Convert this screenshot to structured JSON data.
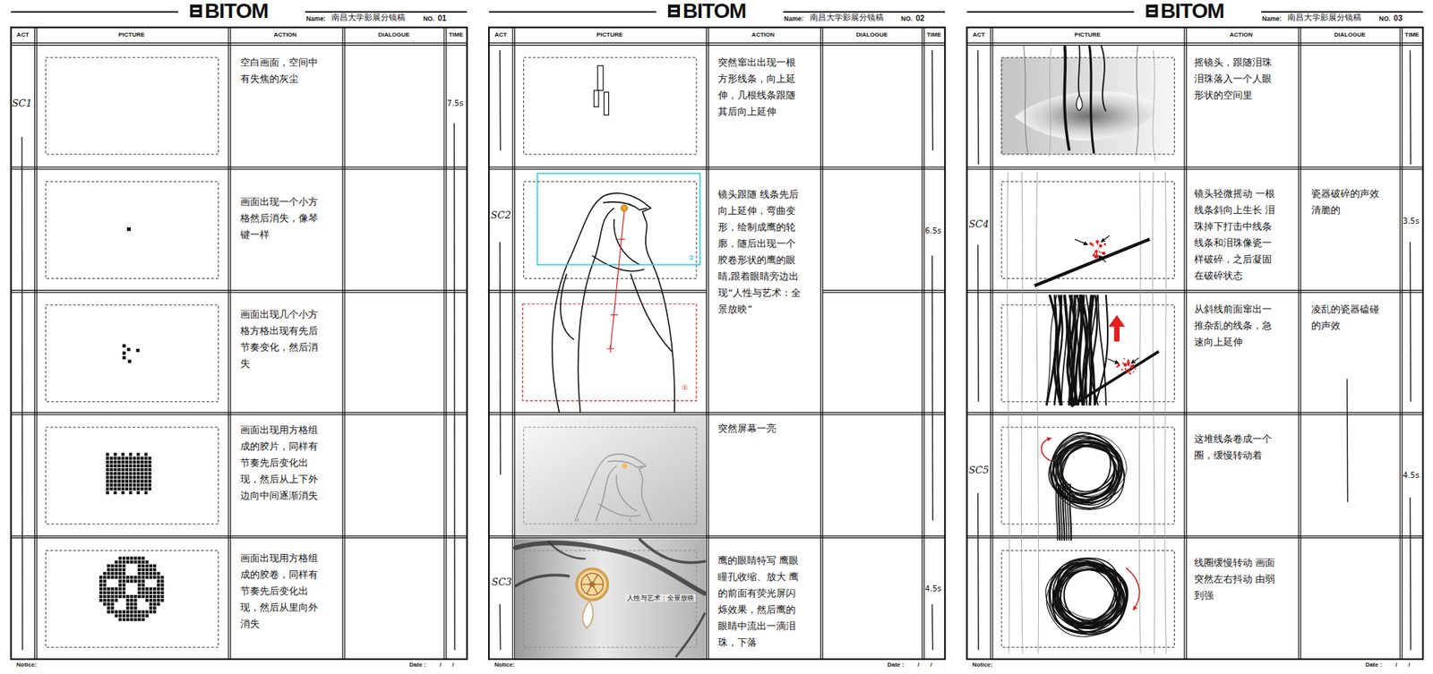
{
  "diagram": {
    "labels": [
      "BITOM",
      "Name:",
      "南昌大学影展分镜稿",
      "NO.",
      "01",
      "ACT",
      "PICTURE",
      "ACTION",
      "DIALOGUE",
      "TIME",
      "SC1",
      "7.5s",
      "空白画面，空间中有失焦的灰尘",
      "画面出现一个小方格然后消失，像琴键一样",
      "画面出现几个小方格方格出现有先后节奏变化，然后消失",
      "画面出现用方格组成的胶片，同样有节奏先后变化出现，然后从上下外边向中间逐渐消失",
      "画面出现用方格组成的胶卷，同样有节奏先后变化出现，然后从里向外消失",
      "Notice:",
      "Date :",
      "/",
      "/",
      "BITOM",
      "Name:",
      "南昌大学影展分镜稿",
      "NO.",
      "02",
      "ACT",
      "PICTURE",
      "ACTION",
      "DIALOGUE",
      "TIME",
      "SC2",
      "6.5s",
      "SC3",
      "4.5s",
      "突然窜出出现一根方形线条，向上延伸，几根线条跟随其后向上延伸",
      "镜头跟随 线条先后向上延伸，弯曲变形，绘制成鹰的轮廓，随后出现一个胶卷形状的鹰的眼睛,跟着眼睛旁边出现“人性与艺术：全景放映”",
      "突然屏幕一亮",
      "鹰的眼睛特写 鹰眼瞳孔收缩、放大 鹰的前面有荧光屏闪烁效果，然后鹰的眼睛中流出一滴泪珠，下落",
      "人性与艺术：全景放映",
      "②",
      "①",
      "Notice:",
      "Date :",
      "/",
      "/",
      "BITOM",
      "Name:",
      "南昌大学影展分镜稿",
      "NO.",
      "03",
      "ACT",
      "PICTURE",
      "ACTION",
      "DIALOGUE",
      "TIME",
      "SC4",
      "3.5s",
      "SC5",
      "4.5s",
      "摇镜头，跟随泪珠 泪珠落入一个人眼形状的空间里",
      "镜头轻微摇动 一根线条斜向上生长 泪珠掉下打击中线条 线条和泪珠像瓷一样破碎，之后凝固在破碎状态",
      "从斜线前面窜出一推杂乱的线条，急速向上延伸",
      "这堆线条卷成一个圈，缓慢转动着",
      "线圈缓慢转动 画面突然左右抖动 由弱到强",
      "瓷器破碎的声效 清脆的",
      "凌乱的瓷器磕碰的声效",
      "Notice:",
      "Date :",
      "/",
      "/"
    ]
  }
}
